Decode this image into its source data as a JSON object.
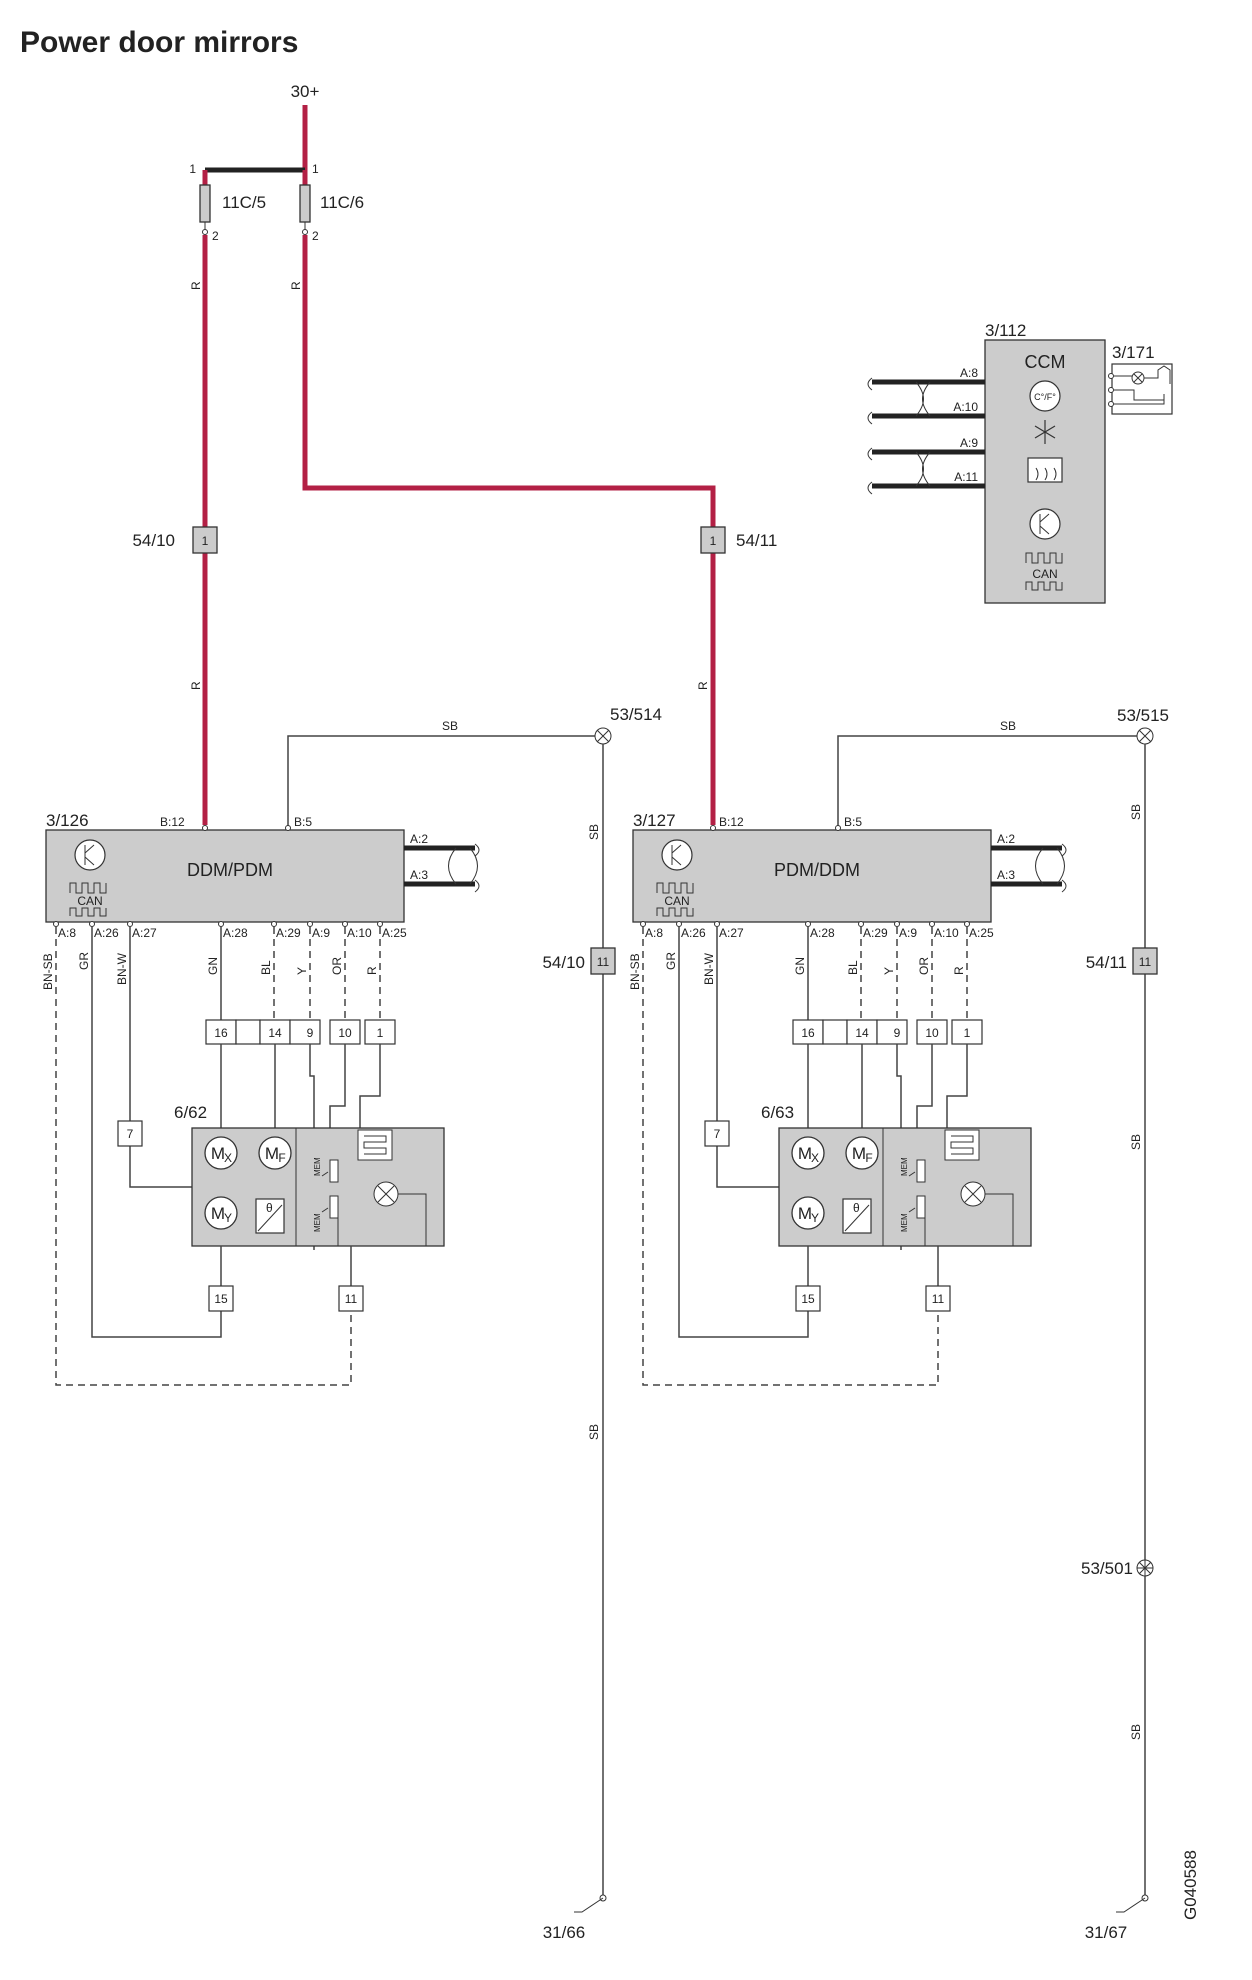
{
  "title": "Power door mirrors",
  "colors": {
    "power_wire": "#b32045",
    "component_fill": "#cccccc"
  },
  "supply": {
    "label": "30+"
  },
  "fuses": [
    {
      "id": "11C/5",
      "pin_in": "1",
      "pin_out": "2",
      "wire": "R"
    },
    {
      "id": "11C/6",
      "pin_in": "1",
      "pin_out": "2",
      "wire": "R"
    }
  ],
  "connectors": {
    "c5410_top": {
      "id": "54/10",
      "pin": "1"
    },
    "c5411_top": {
      "id": "54/11",
      "pin": "1"
    },
    "c5410_gnd": {
      "id": "54/10",
      "pin": "11"
    },
    "c5411_gnd": {
      "id": "54/11",
      "pin": "11"
    }
  },
  "ccm": {
    "id": "3/112",
    "name": "CCM",
    "pins": [
      "A:8",
      "A:10",
      "A:9",
      "A:11"
    ],
    "temp_label": "C°/F°",
    "can_label": "CAN",
    "aux_id": "3/171"
  },
  "ground_points": {
    "left": {
      "id": "53/514",
      "wire": "SB"
    },
    "right": {
      "id": "53/515",
      "wire": "SB"
    },
    "right_mid": {
      "id": "53/501"
    }
  },
  "grounds": {
    "left": "31/66",
    "right": "31/67"
  },
  "wire_labels": {
    "red": "R",
    "ground": "SB"
  },
  "modules": [
    {
      "id": "3/126",
      "name": "DDM/PDM",
      "can_label": "CAN",
      "pins_top": [
        "B:12",
        "B:5"
      ],
      "bus_pins": [
        "A:2",
        "A:3"
      ],
      "pins_bottom": [
        "A:8",
        "A:26",
        "A:27",
        "A:28",
        "A:29",
        "A:9",
        "A:10",
        "A:25"
      ],
      "wires": [
        "BN-SB",
        "GR",
        "BN-W",
        "GN",
        "BL",
        "Y",
        "OR",
        "R"
      ],
      "connector_pins": [
        "16",
        "14",
        "9",
        "10",
        "1"
      ],
      "mirror": {
        "id": "6/62",
        "pin_left": "7",
        "pin_bottom_left": "15",
        "pin_bottom_right": "11",
        "mem_label": "MEM",
        "theta": "θ"
      }
    },
    {
      "id": "3/127",
      "name": "PDM/DDM",
      "can_label": "CAN",
      "pins_top": [
        "B:12",
        "B:5"
      ],
      "bus_pins": [
        "A:2",
        "A:3"
      ],
      "pins_bottom": [
        "A:8",
        "A:26",
        "A:27",
        "A:28",
        "A:29",
        "A:9",
        "A:10",
        "A:25"
      ],
      "wires": [
        "BN-SB",
        "GR",
        "BN-W",
        "GN",
        "BL",
        "Y",
        "OR",
        "R"
      ],
      "connector_pins": [
        "16",
        "14",
        "9",
        "10",
        "1"
      ],
      "mirror": {
        "id": "6/63",
        "pin_left": "7",
        "pin_bottom_left": "15",
        "pin_bottom_right": "11",
        "mem_label": "MEM",
        "theta": "θ"
      }
    }
  ],
  "figure_code": "G040588"
}
